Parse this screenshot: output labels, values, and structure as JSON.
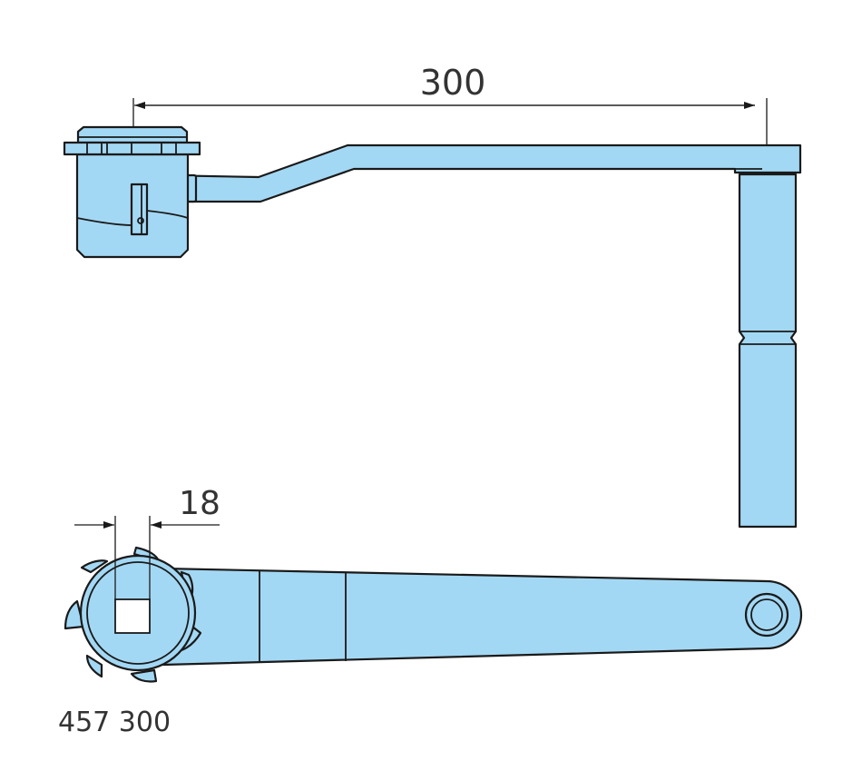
{
  "dimensions": {
    "length": "300",
    "square": "18"
  },
  "part_number": "457 300",
  "colors": {
    "fill": "#a3d8f4",
    "stroke": "#1a1a1a"
  }
}
